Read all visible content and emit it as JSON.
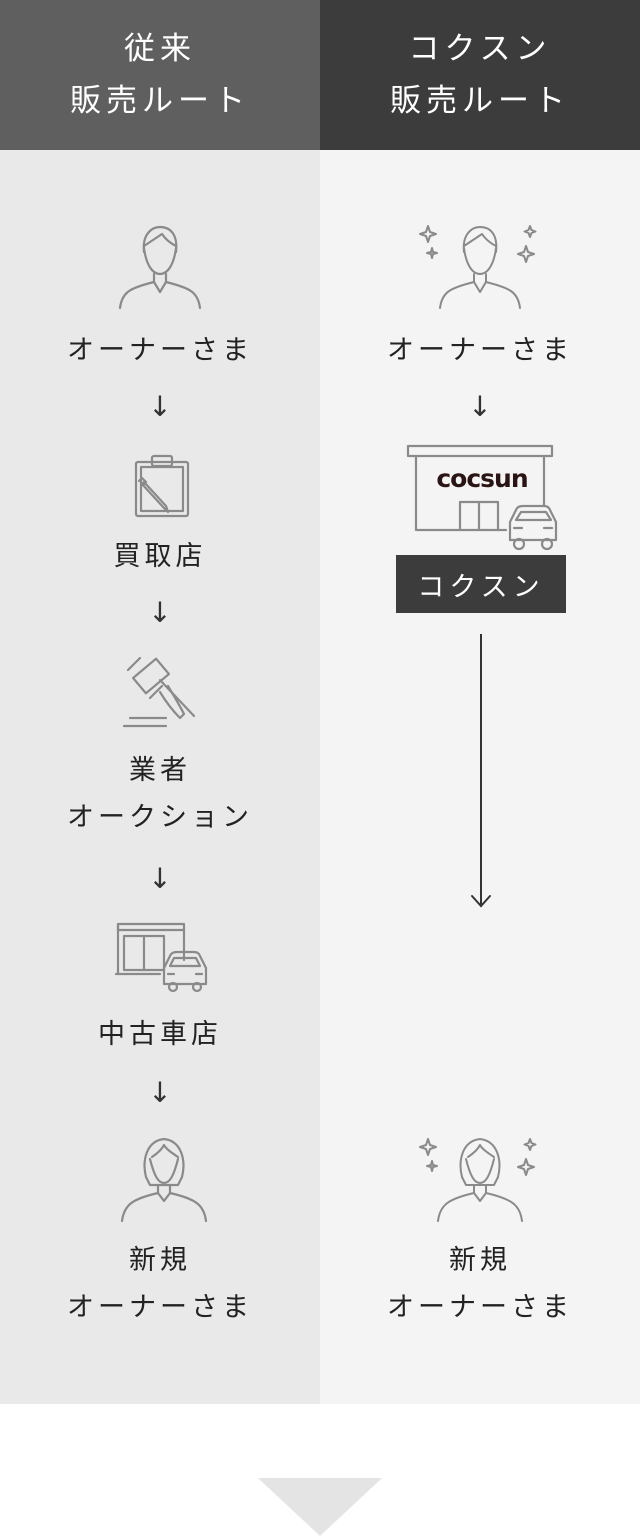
{
  "traditional": {
    "title_line1": "従来",
    "title_line2": "販売ルート",
    "steps": [
      {
        "label_line1": "オーナーさま",
        "icon": "man-icon"
      },
      {
        "label_line1": "買取店",
        "icon": "clipboard-pen-icon"
      },
      {
        "label_line1": "業者",
        "label_line2": "オークション",
        "icon": "gavel-icon"
      },
      {
        "label_line1": "中古車店",
        "icon": "car-shop-icon"
      },
      {
        "label_line1": "新規",
        "label_line2": "オーナーさま",
        "icon": "woman-icon"
      }
    ],
    "arrow_glyph": "↓"
  },
  "cocsun": {
    "title_line1": "コクスン",
    "title_line2": "販売ルート",
    "owner_label": "オーナーさま",
    "shop_sign": "cocsun",
    "badge_label": "コクスン",
    "new_owner_line1": "新規",
    "new_owner_line2": "オーナーさま",
    "arrow_glyph": "↓"
  },
  "colors": {
    "left_header": "#5f5f5f",
    "right_header": "#3c3c3c",
    "left_bg": "#e9e9e9",
    "right_bg": "#f4f4f4",
    "icon_stroke": "#8a8a8a"
  }
}
